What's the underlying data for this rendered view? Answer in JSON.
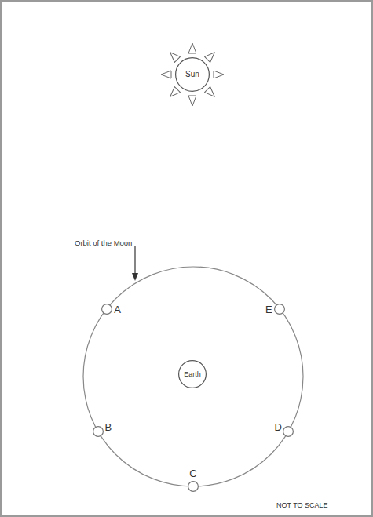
{
  "diagram": {
    "nodes": [
      {
        "text": [
          "Sun"
        ]
      },
      {
        "text": [
          "A"
        ]
      },
      {
        "text": [
          "E"
        ]
      },
      {
        "text": [
          "Earth"
        ]
      },
      {
        "text": [
          "B"
        ]
      },
      {
        "text": [
          "D"
        ]
      },
      {
        "text": [
          "C"
        ]
      }
    ],
    "labels": [
      "Orbit of the Moon",
      "NOT TO SCALE"
    ]
  }
}
